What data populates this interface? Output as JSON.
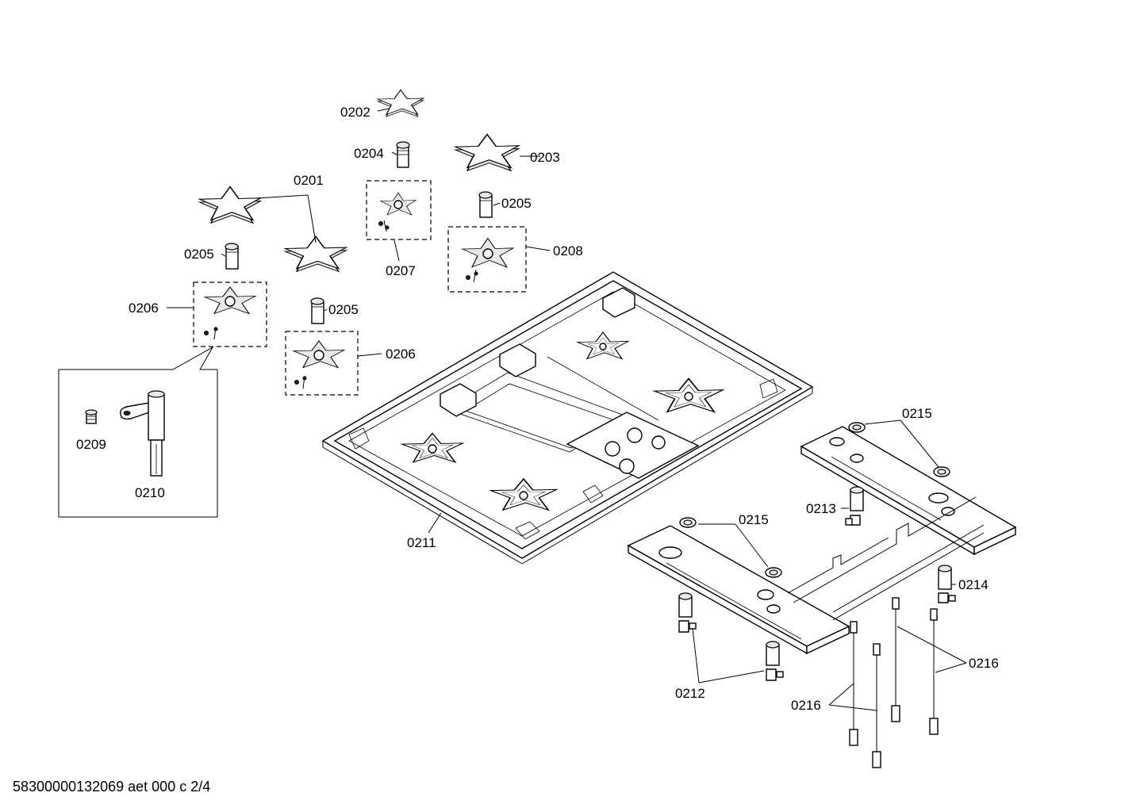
{
  "labels": {
    "l0201": "0201",
    "l0202": "0202",
    "l0203": "0203",
    "l0204": "0204",
    "l0205a": "0205",
    "l0205b": "0205",
    "l0205c": "0205",
    "l0206a": "0206",
    "l0206b": "0206",
    "l0207": "0207",
    "l0208": "0208",
    "l0209": "0209",
    "l0210": "0210",
    "l0211": "0211",
    "l0212": "0212",
    "l0213": "0213",
    "l0214": "0214",
    "l0215a": "0215",
    "l0215b": "0215",
    "l0216a": "0216",
    "l0216b": "0216"
  },
  "footer": "58300000132069 aet 000 c 2/4"
}
